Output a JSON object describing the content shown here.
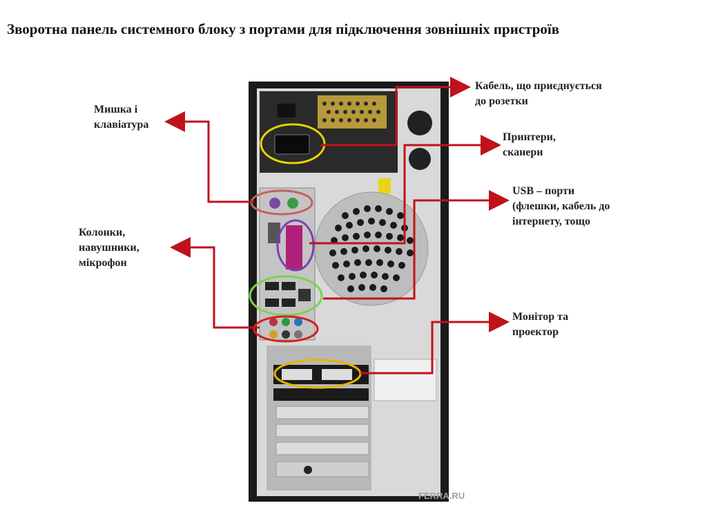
{
  "title": "Зворотна панель  системного блоку з портами для підключення зовнішніх пристроїв",
  "labels": {
    "mouse_keyboard": [
      "Мишка і",
      "клавіатура"
    ],
    "speakers": [
      "Колонки,",
      "навушники,",
      "мікрофон"
    ],
    "power_cable": [
      "Кабель, що приєднується",
      "до розетки"
    ],
    "printers": [
      "Принтери,",
      "сканери"
    ],
    "usb": [
      "USB – порти",
      "(флешки, кабель до",
      "інтернету, тощо"
    ],
    "monitor": [
      "Монітор та",
      "проектор"
    ]
  },
  "watermark": "FERRA.RU",
  "colors": {
    "arrow": "#c0121a",
    "highlight_power": "#e6d400",
    "highlight_ps2": "#c46060",
    "highlight_parallel": "#7b3fb0",
    "highlight_usb": "#7ed04b",
    "highlight_audio": "#d42020",
    "highlight_video": "#e6b400"
  }
}
